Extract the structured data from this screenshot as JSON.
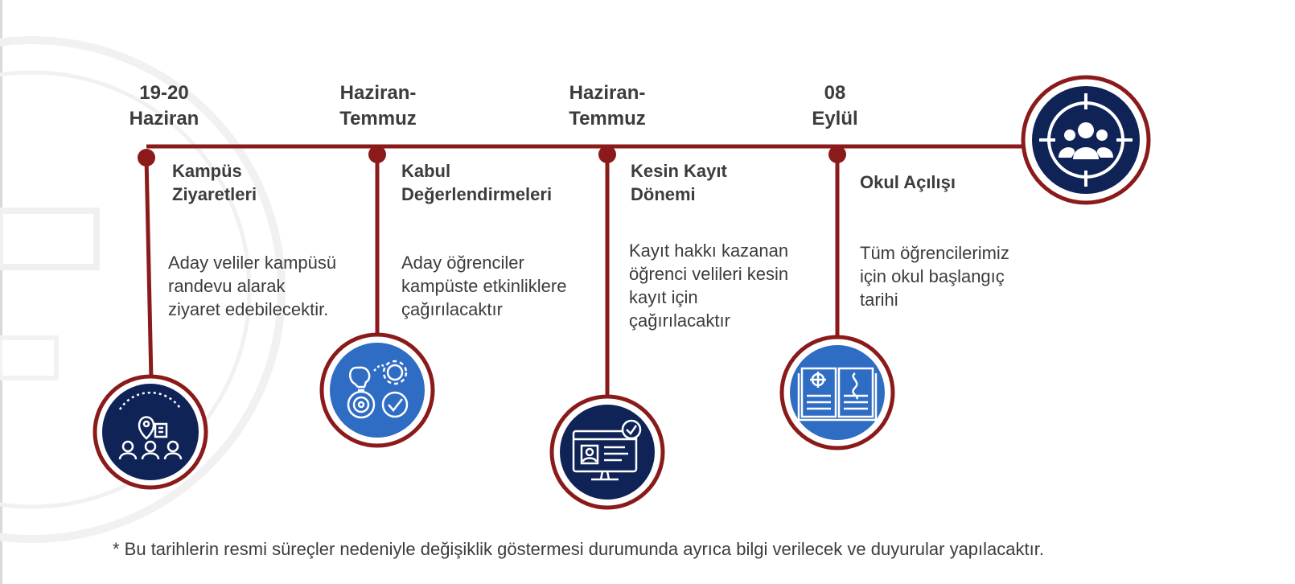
{
  "timeline": {
    "line_color": "#8b1a1a",
    "icon_fill": "#0f2357",
    "icon_fill_light": "#2f6cc4",
    "milestones": [
      {
        "date_lines": [
          "19-20",
          "Haziran"
        ],
        "title_lines": [
          "Kampüs",
          "Ziyaretleri"
        ],
        "desc_lines": [
          "Aday veliler kampüsü",
          "randevu alarak",
          "ziyaret edebilecektir."
        ],
        "icon": "campus-visit-people-icon"
      },
      {
        "date_lines": [
          "Haziran-",
          "Temmuz"
        ],
        "title_lines": [
          "Kabul",
          "Değerlendirmeleri"
        ],
        "desc_lines": [
          "Aday öğrenciler",
          "kampüste etkinliklere",
          "çağırılacaktır"
        ],
        "icon": "evaluation-gear-target-icon"
      },
      {
        "date_lines": [
          "Haziran-",
          "Temmuz"
        ],
        "title_lines": [
          "Kesin Kayıt",
          "Dönemi"
        ],
        "desc_lines": [
          "Kayıt hakkı kazanan",
          "öğrenci velileri kesin",
          "kayıt için",
          "çağırılacaktır"
        ],
        "icon": "registration-monitor-icon"
      },
      {
        "date_lines": [
          "08",
          "Eylül"
        ],
        "title_lines": [
          "Okul Açılışı"
        ],
        "desc_lines": [
          "Tüm öğrencilerimiz",
          "için okul başlangıç",
          "tarihi"
        ],
        "icon": "open-book-icon"
      }
    ],
    "end_icon": "target-group-icon"
  },
  "footnote": "* Bu tarihlerin resmi süreçler nedeniyle değişiklik göstermesi durumunda ayrıca bilgi verilecek ve duyurular yapılacaktır."
}
